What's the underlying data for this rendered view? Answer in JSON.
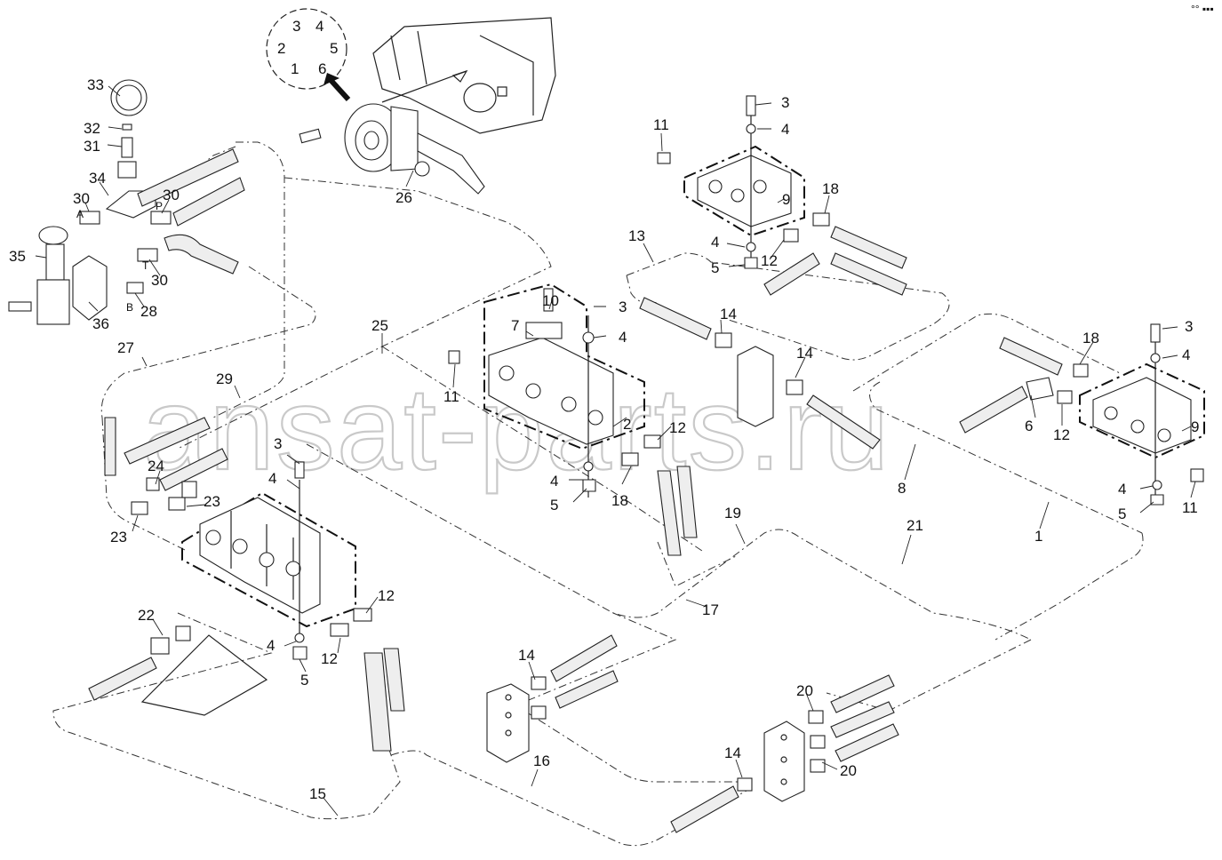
{
  "watermark": "ansat-parts.ru",
  "corner_mark": "°° ▪▪▪",
  "dial_numbers": [
    "3",
    "4",
    "2",
    "5",
    "1",
    "6"
  ],
  "port_letters": [
    "A",
    "P",
    "T",
    "B"
  ],
  "callouts": [
    "33",
    "32",
    "31",
    "34",
    "30",
    "30",
    "35",
    "30",
    "28",
    "36",
    "26",
    "27",
    "25",
    "29",
    "3",
    "4",
    "24",
    "23",
    "23",
    "22",
    "12",
    "12",
    "4",
    "5",
    "10",
    "3",
    "7",
    "4",
    "11",
    "2",
    "12",
    "4",
    "5",
    "18",
    "13",
    "14",
    "14",
    "11",
    "3",
    "4",
    "9",
    "18",
    "4",
    "5",
    "12",
    "3",
    "18",
    "4",
    "6",
    "12",
    "9",
    "8",
    "4",
    "5",
    "11",
    "19",
    "17",
    "21",
    "1",
    "14",
    "20",
    "20",
    "14",
    "16",
    "15"
  ]
}
